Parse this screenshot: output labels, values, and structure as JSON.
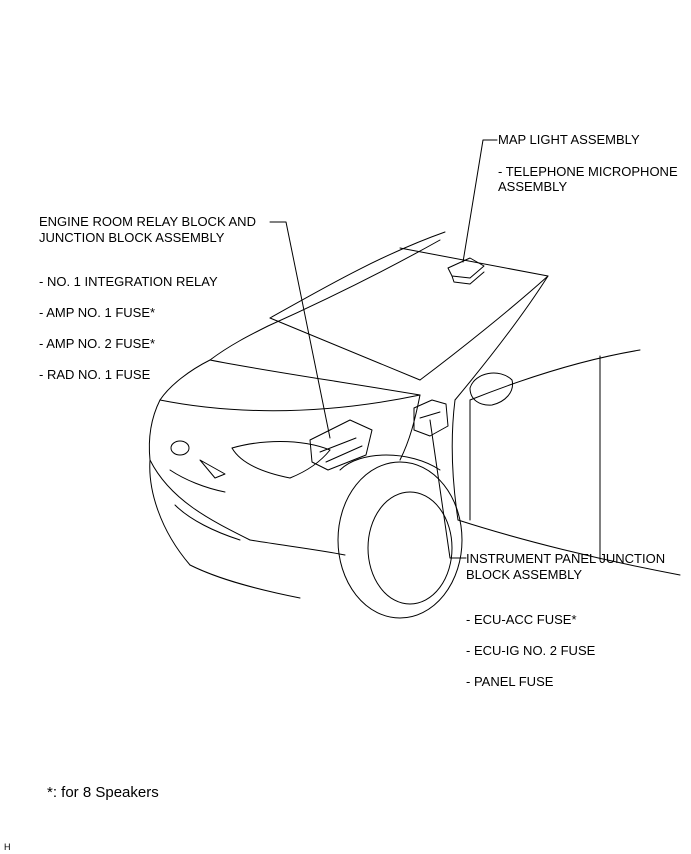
{
  "callouts": {
    "map_light": {
      "title": "MAP LIGHT ASSEMBLY",
      "items": [
        "- TELEPHONE MICROPHONE",
        "ASSEMBLY"
      ]
    },
    "engine_room": {
      "title_line1": "ENGINE ROOM RELAY BLOCK AND",
      "title_line2": "JUNCTION BLOCK ASSEMBLY",
      "items": [
        "- NO. 1 INTEGRATION RELAY",
        "- AMP NO. 1 FUSE*",
        "- AMP NO. 2 FUSE*",
        "- RAD NO. 1 FUSE"
      ]
    },
    "instrument_panel": {
      "title_line1": "INSTRUMENT PANEL JUNCTION",
      "title_line2": "BLOCK ASSEMBLY",
      "items": [
        "- ECU-ACC FUSE*",
        "- ECU-IG NO. 2 FUSE",
        "- PANEL FUSE"
      ]
    }
  },
  "footnote": "*: for 8 Speakers",
  "corner_mark": "H"
}
